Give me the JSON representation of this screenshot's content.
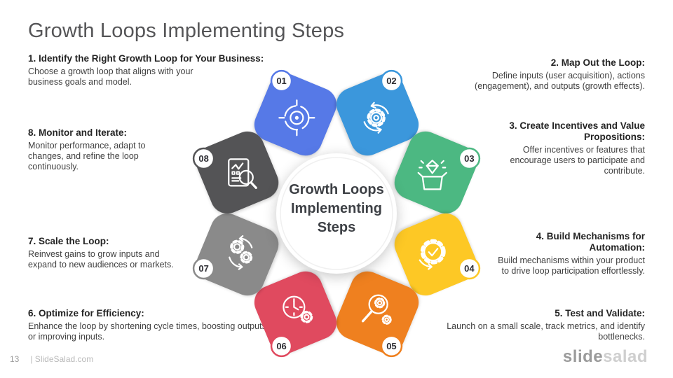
{
  "slide": {
    "title": "Growth Loops Implementing Steps",
    "page_number": "13",
    "source_label": "| SlideSalad.com",
    "brand": {
      "part1": "slide",
      "part2": "salad"
    }
  },
  "center": {
    "line1": "Growth Loops",
    "line2": "Implementing",
    "line3": "Steps"
  },
  "steps": [
    {
      "num": "01",
      "color": "#5679E7",
      "icon": "target-icon",
      "title": "1. Identify the Right Growth Loop for Your Business:",
      "desc": "Choose a growth loop that aligns with your business goals and model."
    },
    {
      "num": "02",
      "color": "#3B97DC",
      "icon": "gear-cycle-icon",
      "title": "2. Map Out the Loop:",
      "desc": "Define inputs (user acquisition), actions (engagement), and outputs (growth effects)."
    },
    {
      "num": "03",
      "color": "#4CB882",
      "icon": "diamond-box-icon",
      "title": "3. Create Incentives and Value Propositions:",
      "desc": "Offer incentives or features that encourage users to participate and contribute."
    },
    {
      "num": "04",
      "color": "#FDC825",
      "icon": "gear-check-icon",
      "title": "4. Build Mechanisms for Automation:",
      "desc": "Build mechanisms within your product to drive loop participation effortlessly."
    },
    {
      "num": "05",
      "color": "#EF801F",
      "icon": "search-gear-icon",
      "title": "5. Test and Validate:",
      "desc": "Launch on a small scale, track metrics, and identify bottlenecks."
    },
    {
      "num": "06",
      "color": "#E04A5F",
      "icon": "time-gear-icon",
      "title": "6. Optimize for Efficiency:",
      "desc": "Enhance the loop by shortening cycle times, boosting outputs, or improving inputs."
    },
    {
      "num": "07",
      "color": "#8A8A8A",
      "icon": "gears-sync-icon",
      "title": "7. Scale the Loop:",
      "desc": "Reinvest gains to grow inputs and expand to new audiences or markets."
    },
    {
      "num": "08",
      "color": "#545456",
      "icon": "report-search-icon",
      "title": "8. Monitor and Iterate:",
      "desc": "Monitor performance, adapt to changes, and refine the loop continuously."
    }
  ]
}
